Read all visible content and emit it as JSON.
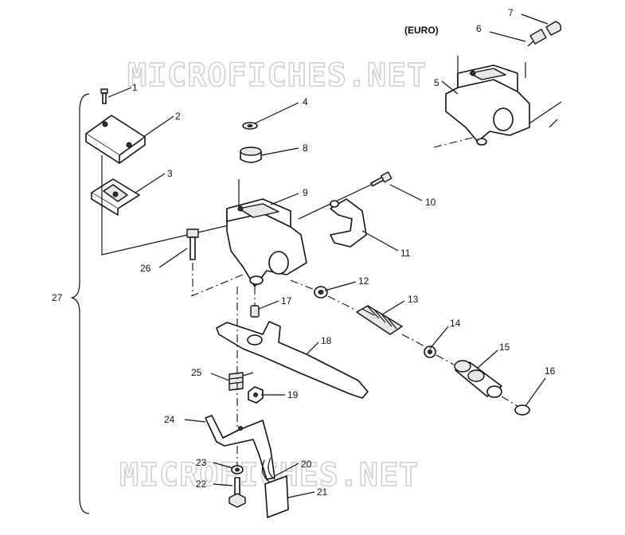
{
  "watermark": "MICROFICHES.NET",
  "region_label": "(EURO)",
  "callouts": {
    "c1": "1",
    "c2": "2",
    "c3": "3",
    "c4": "4",
    "c5": "5",
    "c6": "6",
    "c7": "7",
    "c8": "8",
    "c9": "9",
    "c10": "10",
    "c11": "11",
    "c12": "12",
    "c13": "13",
    "c14": "14",
    "c15": "15",
    "c16": "16",
    "c17": "17",
    "c18": "18",
    "c19": "19",
    "c20": "20",
    "c21": "21",
    "c22": "22",
    "c23": "23",
    "c24": "24",
    "c25": "25",
    "c26": "26",
    "c27": "27"
  }
}
